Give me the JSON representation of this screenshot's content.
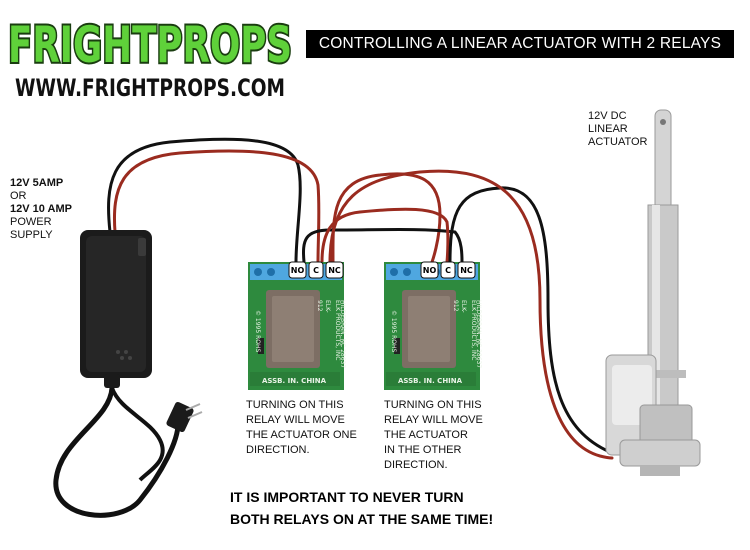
{
  "logo": {
    "brand": "FRIGHTPROPS",
    "url": "WWW.FRIGHTPROPS.COM"
  },
  "title": "CONTROLLING A LINEAR ACTUATOR WITH 2 RELAYS",
  "power_supply": {
    "lines": [
      "12V 5AMP",
      "OR",
      "12V 10 AMP",
      "POWER",
      "SUPPLY"
    ]
  },
  "actuator": {
    "lines": [
      "12V DC",
      "LINEAR",
      "ACTUATOR"
    ]
  },
  "relays": [
    {
      "terminals": [
        "NO",
        "C",
        "NC"
      ],
      "board_text": [
        "ELK-",
        "912",
        "ELK PRODUCTS, INC",
        "HILDEBRAN, NC 28637",
        "© 1995 ROHS",
        "ASSB. IN. CHINA"
      ],
      "caption": [
        "TURNING ON THIS",
        "RELAY WILL MOVE",
        "THE ACTUATOR ONE",
        "DIRECTION."
      ]
    },
    {
      "terminals": [
        "NO",
        "C",
        "NC"
      ],
      "board_text": [
        "ELK-",
        "912",
        "ELK PRODUCTS, INC",
        "HILDEBRAN, NC 28637",
        "© 1995 ROHS",
        "ASSB. IN. CHINA"
      ],
      "caption": [
        "TURNING ON THIS",
        "RELAY WILL MOVE",
        "THE ACTUATOR",
        "IN THE OTHER",
        "DIRECTION."
      ]
    }
  ],
  "warning": [
    "IT IS IMPORTANT TO NEVER TURN",
    "BOTH RELAYS ON AT THE SAME TIME!"
  ],
  "colors": {
    "title_bg": "#000000",
    "logo_green": "#5fd13a",
    "wire_black": "#111111",
    "wire_red": "#9a2b1f",
    "relay_board": "#2e8a3e",
    "relay_coil": "#7d6e64",
    "terminal_blue": "#4fa7e0"
  }
}
